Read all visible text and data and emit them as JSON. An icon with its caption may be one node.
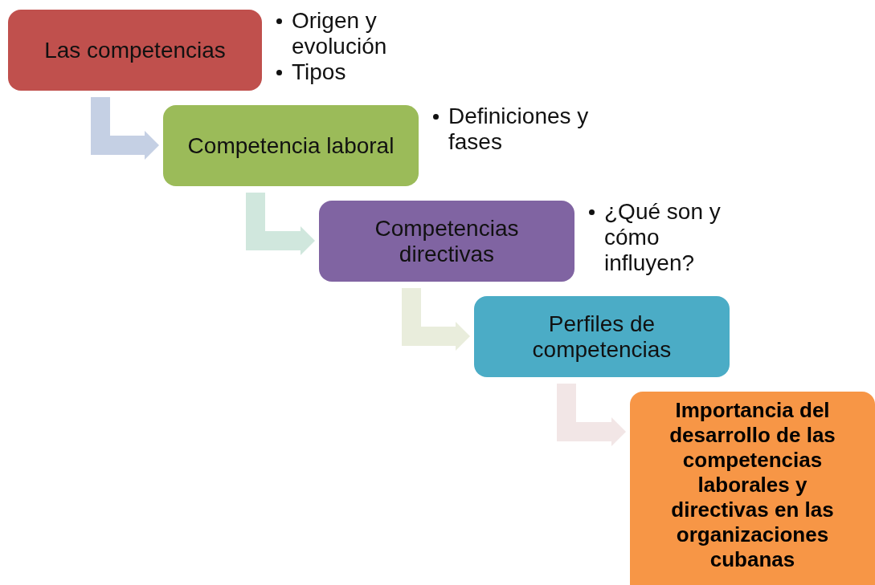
{
  "diagram": {
    "nodes": [
      {
        "text": [
          "Las competencias"
        ],
        "beside": [
          "Origen y evolución",
          "Tipos"
        ]
      },
      {
        "text": [
          "Competencia laboral"
        ],
        "beside": [
          "Definiciones y fases"
        ]
      },
      {
        "text": [
          "Competencias directivas"
        ],
        "beside": [
          "¿Qué son y cómo influyen?"
        ]
      },
      {
        "text": [
          "Perfiles de competencias"
        ]
      },
      {
        "text": [
          "Importancia del desarrollo de las competencias laborales y directivas en las organizaciones cubanas"
        ]
      }
    ],
    "edges": [
      {
        "from": 0,
        "to": 1,
        "arrow": "to",
        "color": "#c5d0e4"
      },
      {
        "from": 1,
        "to": 2,
        "arrow": "to",
        "color": "#d0e7dd"
      },
      {
        "from": 2,
        "to": 3,
        "arrow": "to",
        "color": "#e9eddc"
      },
      {
        "from": 3,
        "to": 4,
        "arrow": "to",
        "color": "#f2e6e6"
      }
    ]
  }
}
